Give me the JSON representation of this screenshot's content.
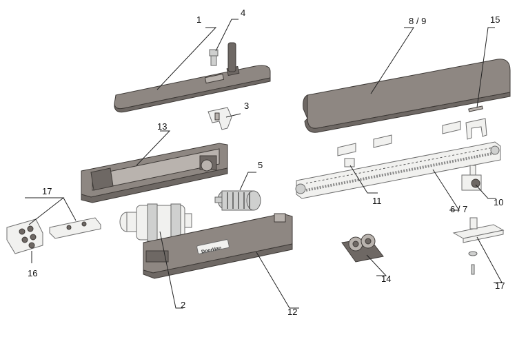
{
  "callouts": {
    "c1": "1",
    "c2": "2",
    "c3": "3",
    "c4": "4",
    "c5": "5",
    "c6_7": "6 / 7",
    "c8_9": "8 / 9",
    "c10": "10",
    "c11": "11",
    "c12": "12",
    "c13": "13",
    "c14": "14",
    "c15": "15",
    "c16": "16",
    "c17_left": "17",
    "c17_right": "17"
  },
  "brand_label": "DoorHan",
  "colors": {
    "housing": "#8e8782",
    "housing_dark": "#6e6864",
    "white_parts": "#f1f1ef",
    "lines": "#222222"
  }
}
